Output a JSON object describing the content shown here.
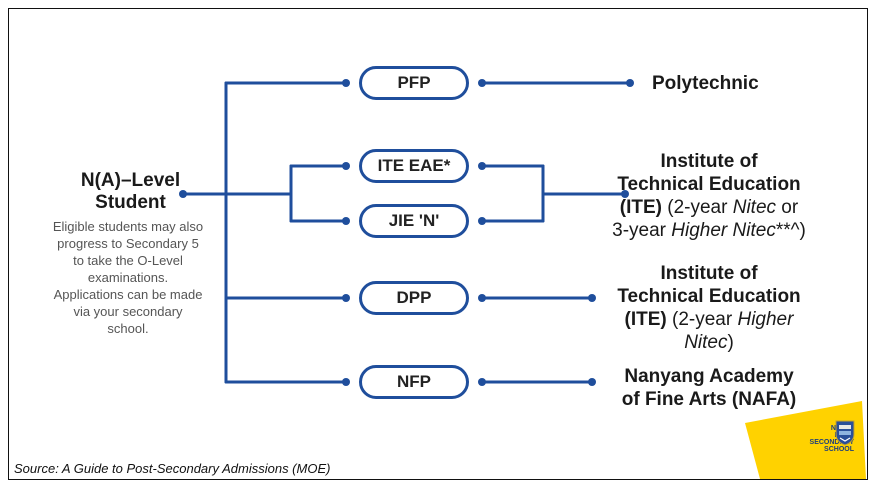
{
  "origin": {
    "title_line1": "N(A)–Level",
    "title_line2": "Student",
    "note": "Eligible students may also progress to Secondary 5 to take the O-Level examinations. Applications can be made via your secondary school."
  },
  "pathways": {
    "pfp": "PFP",
    "ite_eae": "ITE EAE*",
    "jie_n": "JIE 'N'",
    "dpp": "DPP",
    "nfp": "NFP"
  },
  "outcomes": {
    "polytechnic": "Polytechnic",
    "ite1": {
      "line1": "Institute of",
      "line2": "Technical Education",
      "line3_bold": "(ITE)",
      "line3_rest": " (2-year ",
      "line3_ital": "Nitec",
      "line3_end": " or",
      "line4_start": "3-year ",
      "line4_ital": "Higher Nitec",
      "line4_end": "**^)"
    },
    "ite2": {
      "line1": "Institute of",
      "line2": "Technical Education",
      "line3_bold": "(ITE)",
      "line3_rest": " (2-year ",
      "line3_ital": "Higher",
      "line4_ital": "Nitec",
      "line4_end": ")"
    },
    "nafa": {
      "line1": "Nanyang Academy",
      "line2": "of Fine Arts (NAFA)"
    }
  },
  "footer": {
    "source": "Source: A Guide to Post-Secondary Admissions (MOE)",
    "school_line1": "NAVAL",
    "school_line2": "BASE",
    "school_line3": "SECONDARY",
    "school_line4": "SCHOOL"
  },
  "colors": {
    "line": "#1f4e9c",
    "logo_yellow": "#ffd200"
  },
  "icons": {
    "school_crest": "shield-crest-icon"
  }
}
